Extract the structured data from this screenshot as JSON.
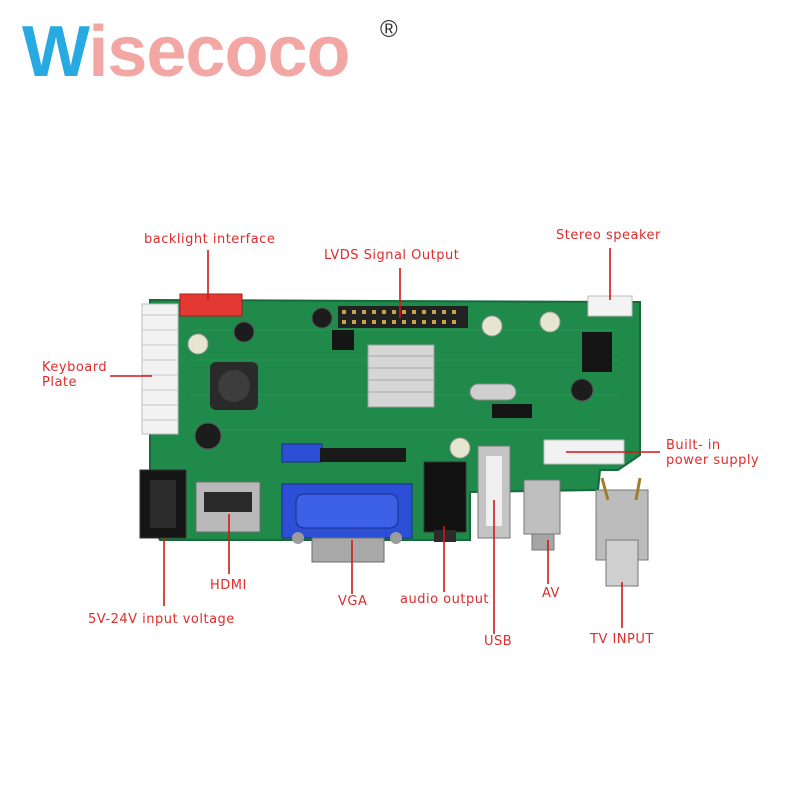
{
  "brand": {
    "name_first": "W",
    "name_rest": "isecoco",
    "registered": "®"
  },
  "labels": {
    "backlight": "backlight interface",
    "lvds": "LVDS Signal Output",
    "stereo": "Stereo speaker",
    "keyboard_line1": "Keyboard",
    "keyboard_line2": "Plate",
    "builtin_line1": "Built- in",
    "builtin_line2": "power supply",
    "hdmi": "HDMI",
    "vga": "VGA",
    "audio": "audio output",
    "av": "AV",
    "usb": "USB",
    "voltage": "5V-24V input voltage",
    "tv": "TV INPUT"
  },
  "colors": {
    "pcb": "#1f8a4a",
    "label": "#e02b2b",
    "leader": "#d01818"
  }
}
